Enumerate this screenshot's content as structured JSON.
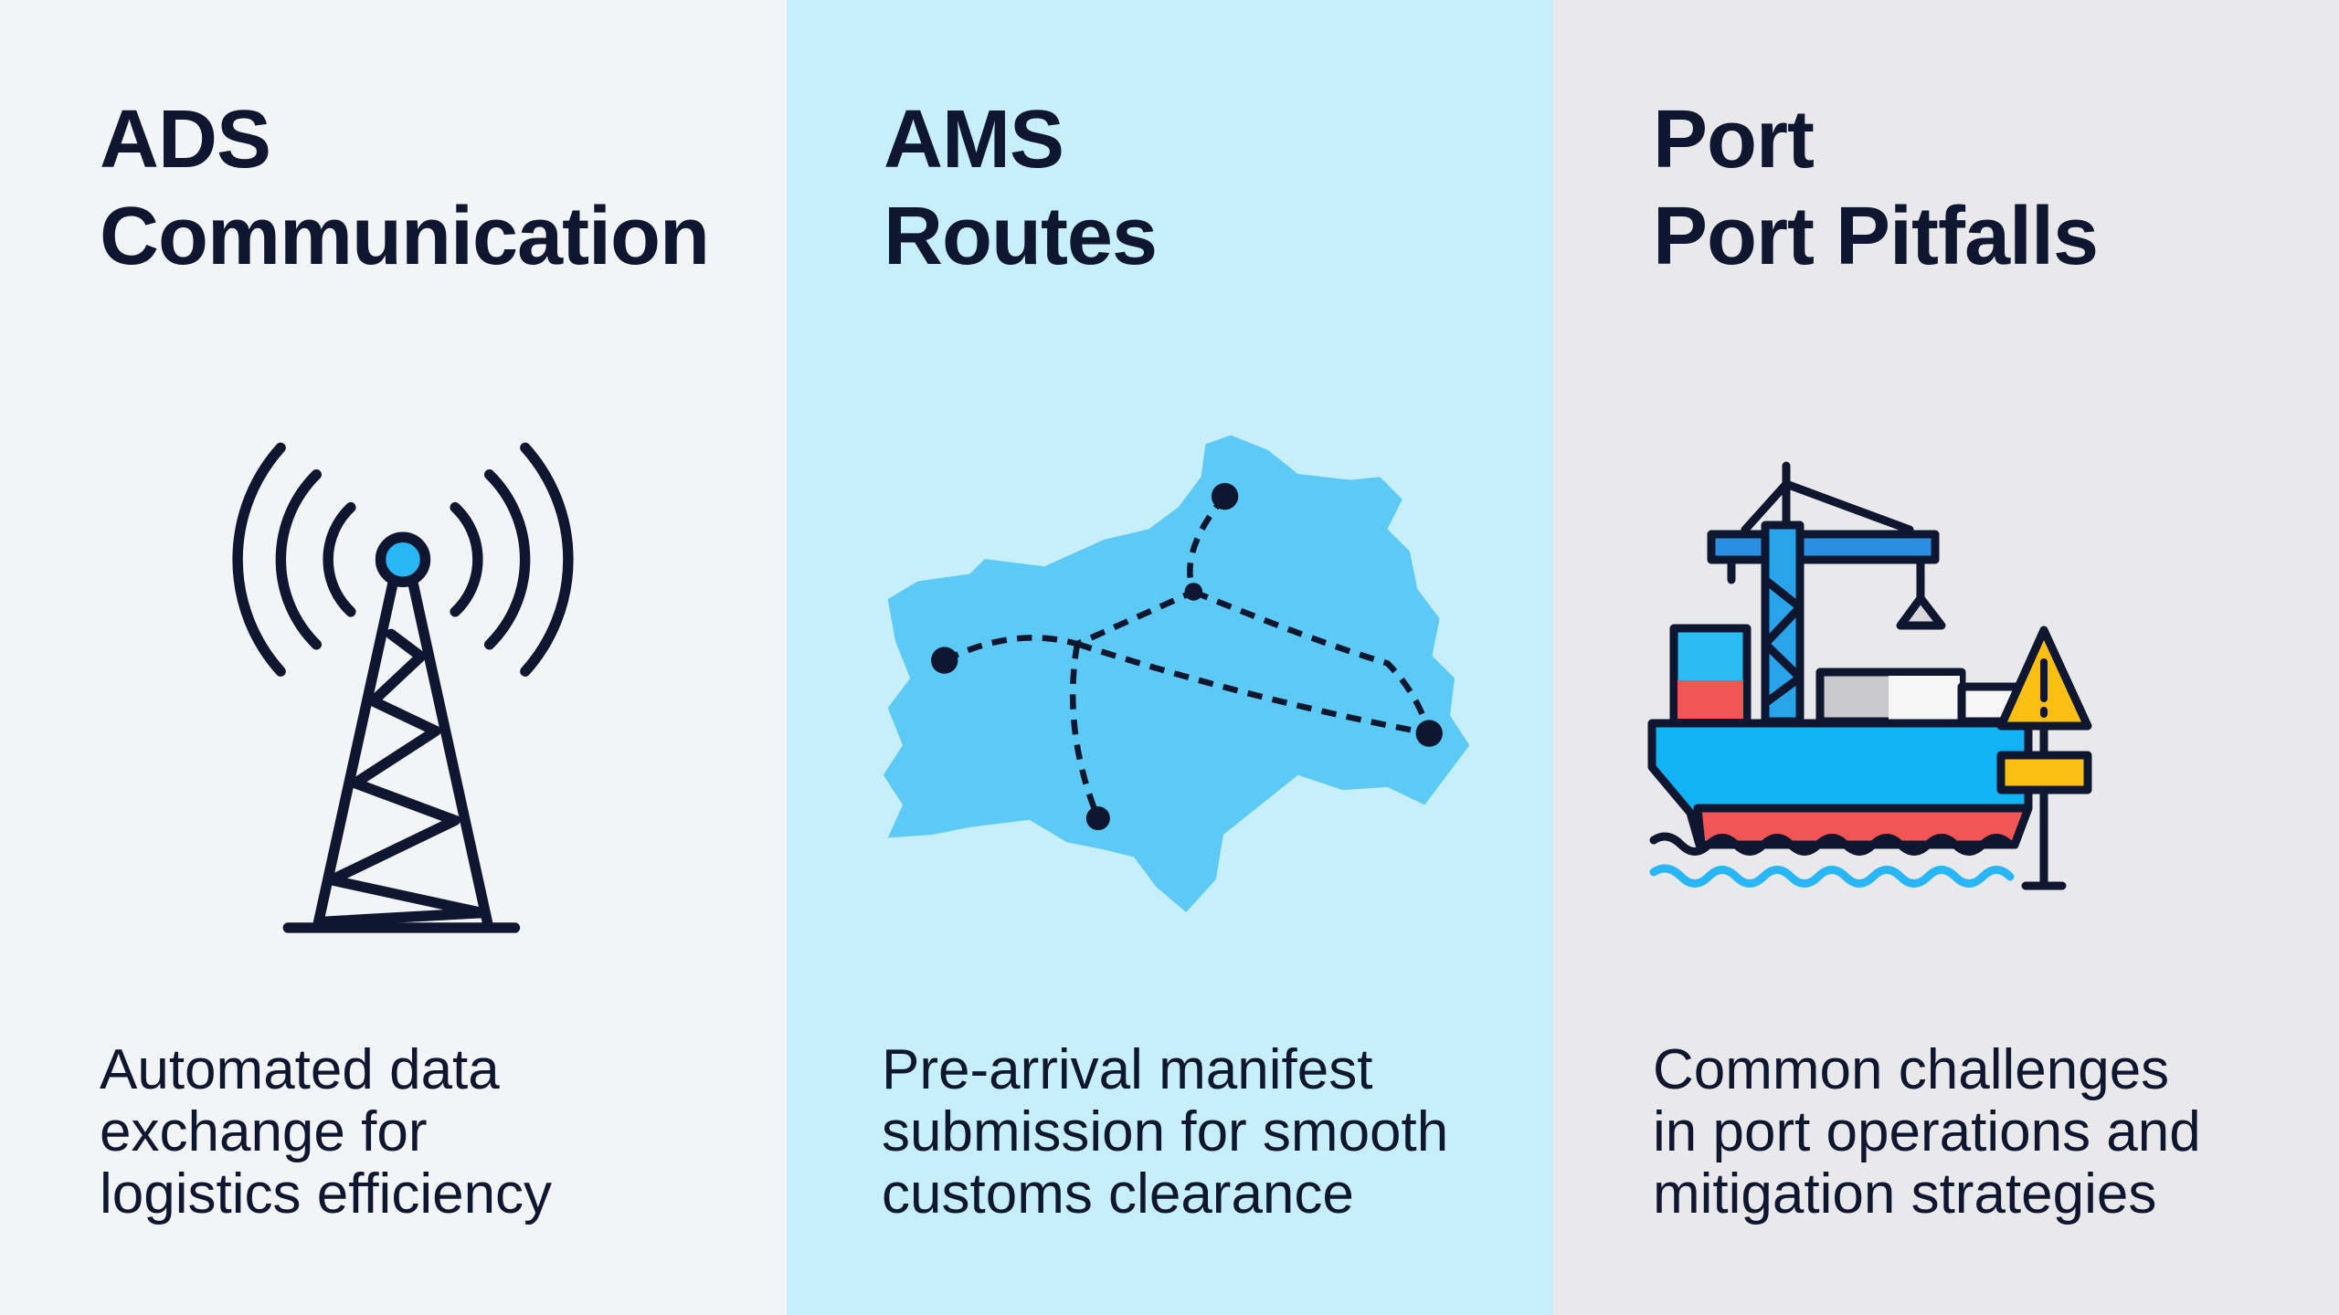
{
  "panels": [
    {
      "title": [
        "ADS",
        "Communication"
      ],
      "icon": "radio-tower-icon",
      "description": [
        "Automated data",
        "exchange for",
        "logistics efficiency"
      ]
    },
    {
      "title": [
        "AMS",
        "Routes"
      ],
      "icon": "route-map-icon",
      "description": [
        "Pre-arrival manifest",
        "submission for smooth",
        "customs clearance"
      ]
    },
    {
      "title": [
        "Port",
        "Port Pitfalls"
      ],
      "icon": "cargo-ship-warning-icon",
      "description": [
        "Common challenges",
        "in port operations and",
        "mitigation strategies"
      ]
    }
  ],
  "colors": {
    "dark": "#0f1730",
    "cyan": "#29b6f6",
    "red": "#f25555",
    "yellow": "#fbbf14",
    "map": "#5ccaf5"
  }
}
